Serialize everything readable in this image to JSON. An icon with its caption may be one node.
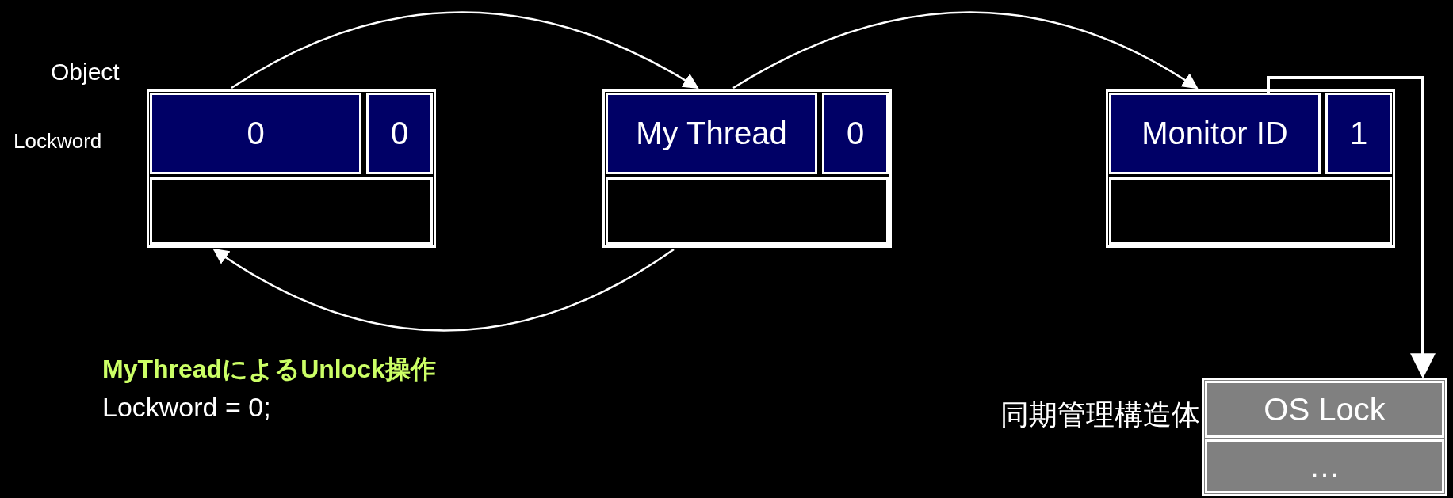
{
  "diagram": {
    "nodes": [
      {
        "text": [
          "Object"
        ]
      },
      {
        "text": [
          "0"
        ],
        "in": 0,
        "beside": [
          "Lockword"
        ]
      },
      {
        "text": [
          "0"
        ],
        "in": 0
      },
      {
        "text": [],
        "shape": "box",
        "in": 0
      },
      {
        "text": [],
        "shape": "box"
      },
      {
        "text": [
          "My Thread"
        ],
        "in": 4
      },
      {
        "text": [
          "0"
        ],
        "in": 4
      },
      {
        "text": [],
        "shape": "box",
        "in": 4
      },
      {
        "text": [],
        "shape": "box"
      },
      {
        "text": [
          "Monitor ID"
        ],
        "in": 8
      },
      {
        "text": [
          "1"
        ],
        "in": 8
      },
      {
        "text": [],
        "shape": "box",
        "in": 8
      },
      {
        "text": [],
        "shape": "box",
        "beside": [
          "同期管理構造体"
        ]
      },
      {
        "text": [
          "OS Lock"
        ],
        "in": 12
      },
      {
        "text": [
          "…"
        ],
        "in": 12
      }
    ],
    "edges": [
      {
        "from": 0,
        "to": 4,
        "arrow": "to"
      },
      {
        "from": 4,
        "to": 8,
        "arrow": "to"
      },
      {
        "from": 4,
        "to": 0,
        "arrow": "to"
      },
      {
        "from": 9,
        "to": 12,
        "arrow": "to"
      }
    ],
    "labels": [
      "MyThreadによるUnlock操作",
      "Lockword = 0;"
    ]
  }
}
